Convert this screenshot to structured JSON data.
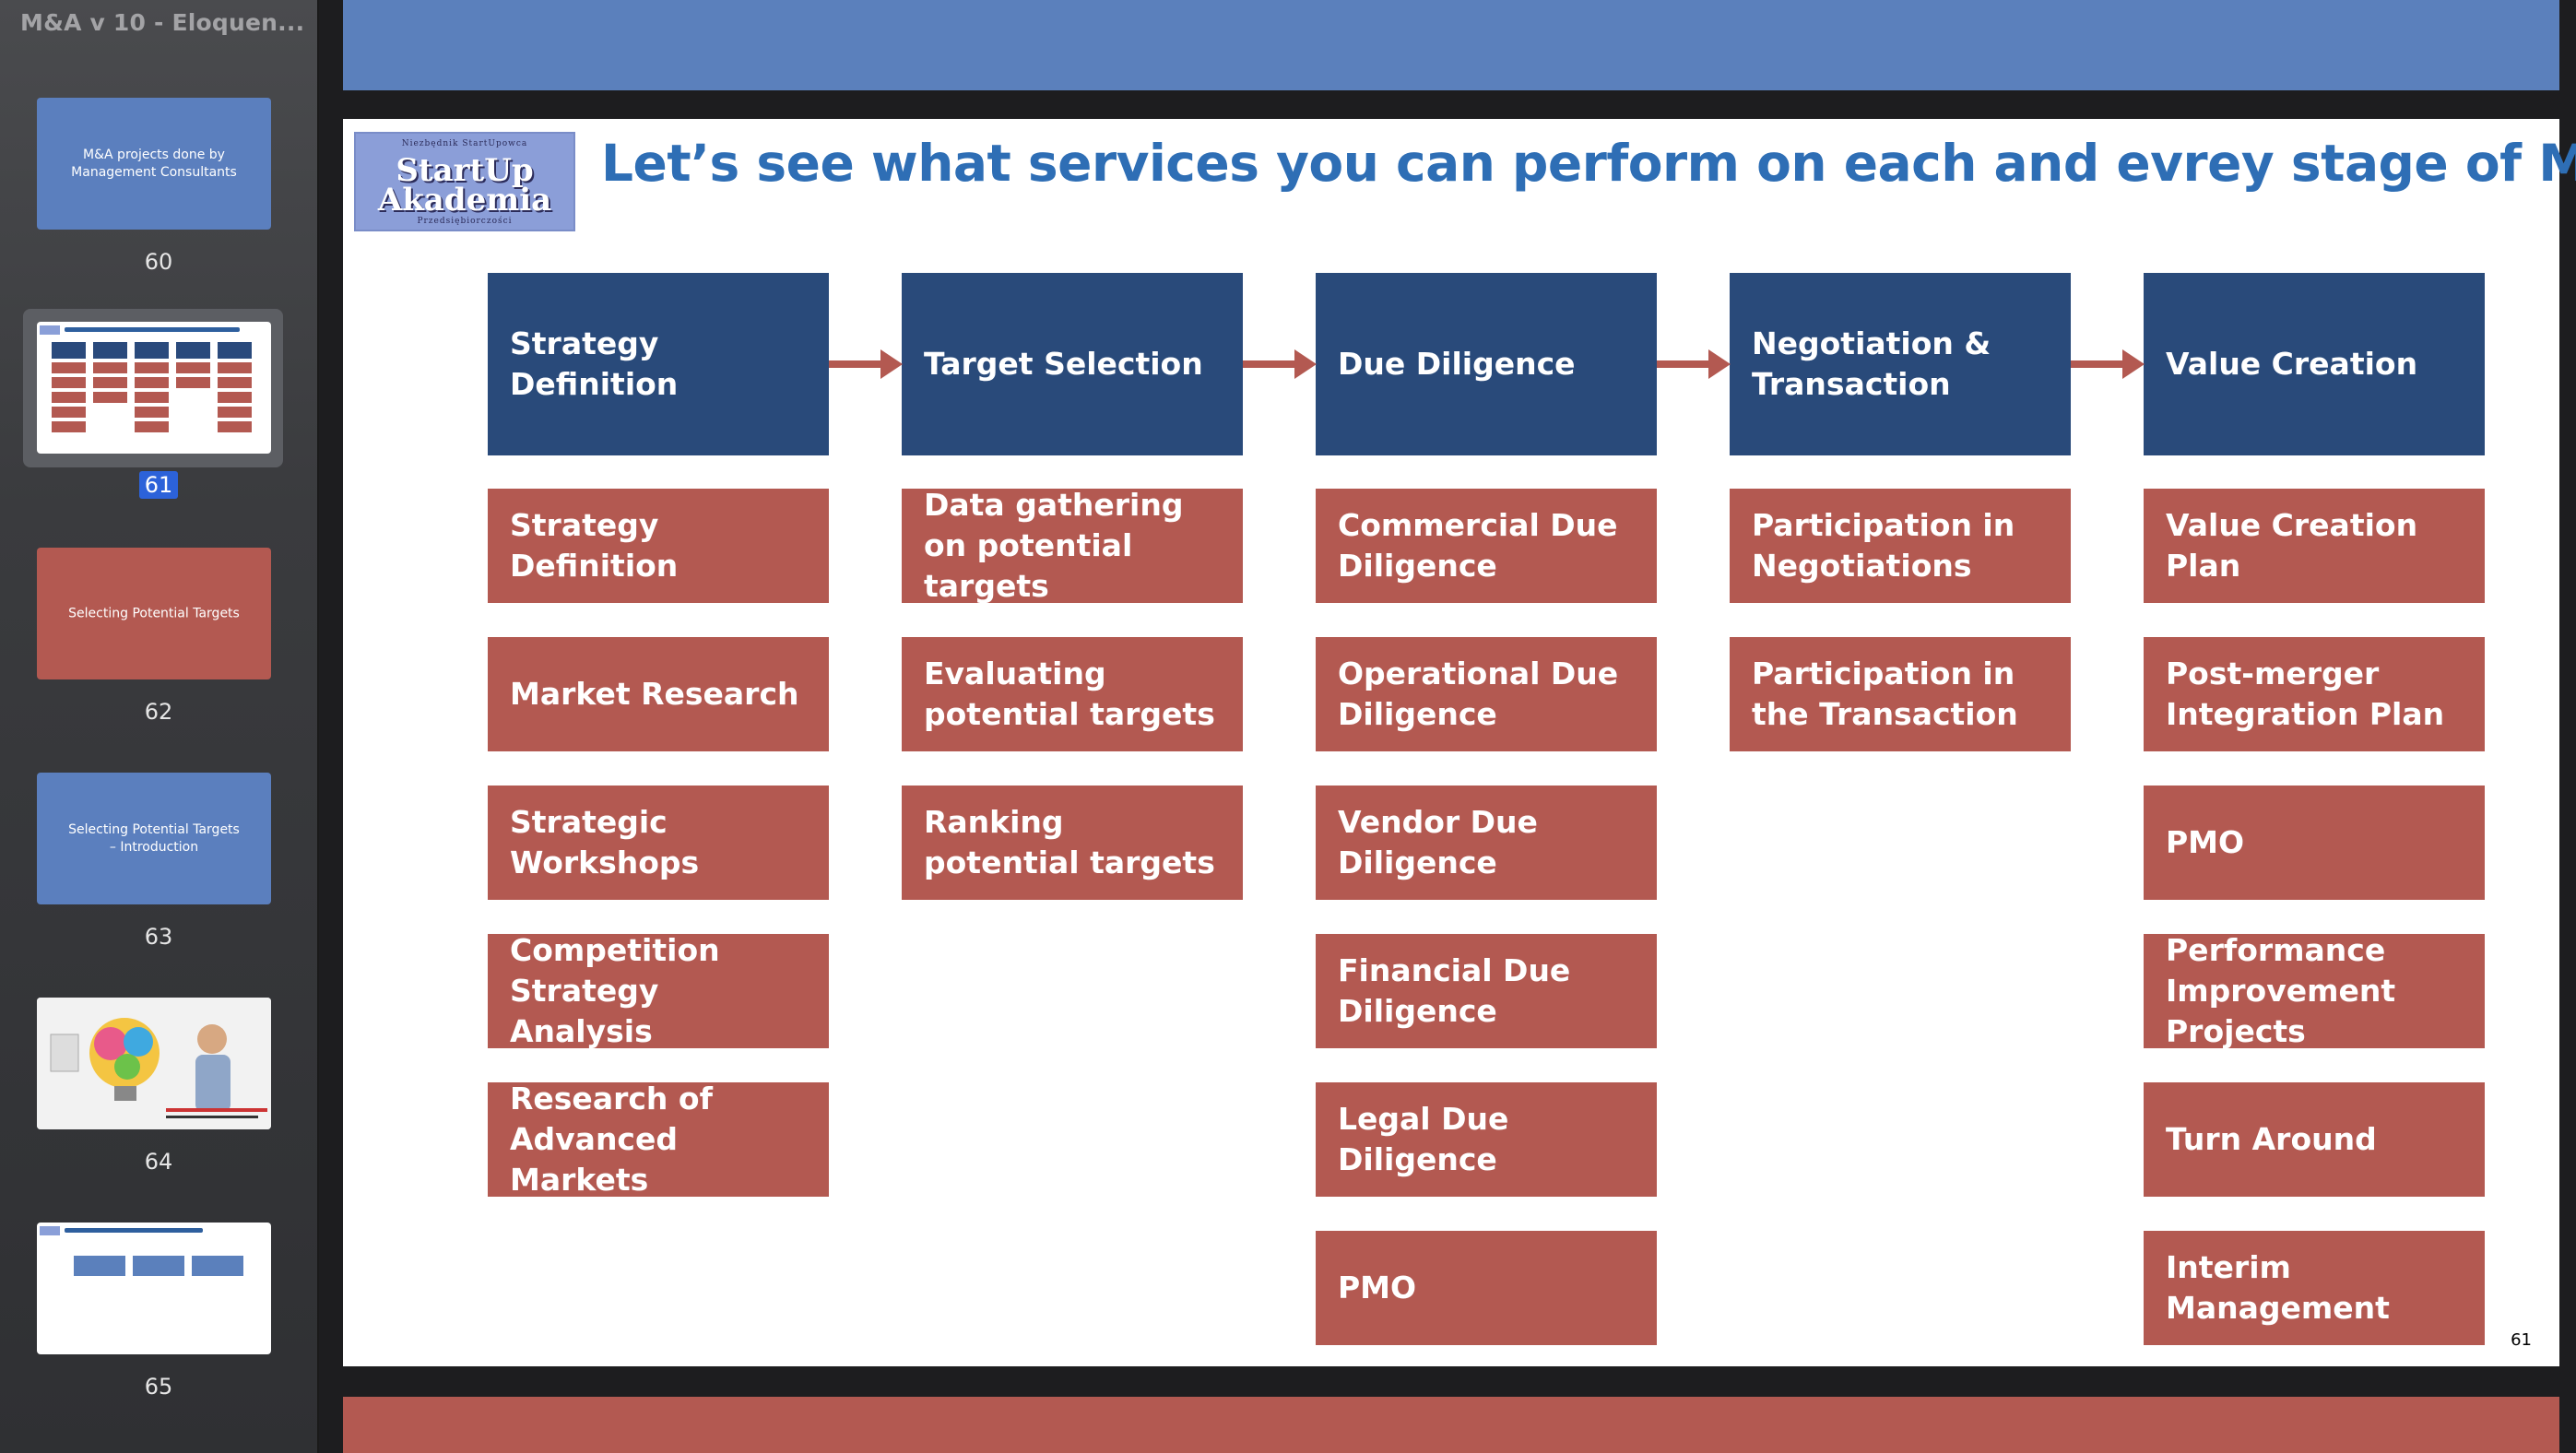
{
  "sidebar": {
    "doc_title": "M&A v 10 - Eloquen...",
    "thumbnails": [
      {
        "number": "60",
        "text": "M&A projects done by Management Consultants"
      },
      {
        "number": "61",
        "text": ""
      },
      {
        "number": "62",
        "text": "Selecting Potential Targets"
      },
      {
        "number": "63",
        "text": "Selecting Potential Targets – Introduction"
      },
      {
        "number": "64",
        "text": ""
      },
      {
        "number": "65",
        "text": ""
      }
    ]
  },
  "slide": {
    "logo": {
      "top_text": "Niezbędnik StartUpowca",
      "line1": "StartUp",
      "line2": "Akademia",
      "bottom_text": "Przedsiębiorczości"
    },
    "title": "Let’s see what services you can perform on each and evrey stage of M&A",
    "page_number": "61",
    "columns": [
      {
        "stage": "Strategy Definition",
        "services": [
          "Strategy Definition",
          "Market Research",
          "Strategic Workshops",
          "Competition Strategy Analysis",
          "Research of Advanced Markets"
        ]
      },
      {
        "stage": "Target Selection",
        "services": [
          "Data gathering on potential targets",
          "Evaluating potential targets",
          "Ranking potential targets"
        ]
      },
      {
        "stage": "Due Diligence",
        "services": [
          "Commercial Due Diligence",
          "Operational Due Diligence",
          "Vendor Due Diligence",
          "Financial Due Diligence",
          "Legal Due Diligence",
          "PMO"
        ]
      },
      {
        "stage": "Negotiation & Transaction",
        "services": [
          "Participation in Negotiations",
          "Participation in the Transaction"
        ]
      },
      {
        "stage": "Value Creation",
        "services": [
          "Value Creation Plan",
          "Post-merger Integration Plan",
          "PMO",
          "Performance Improvement Projects",
          "Turn Around",
          "Interim Management"
        ]
      }
    ]
  },
  "colors": {
    "stage_blue": "#294a7a",
    "service_red": "#b35951",
    "title_blue": "#2e6eb5",
    "band_blue": "#5b80bc"
  }
}
